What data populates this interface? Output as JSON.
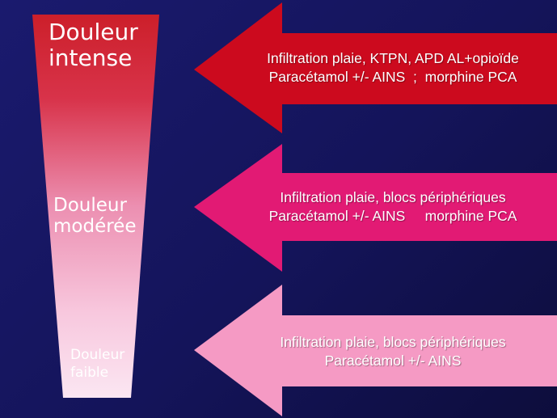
{
  "pain_levels": {
    "intense": "Douleur\nintense",
    "moderate": "Douleur\nmodérée",
    "weak": "Douleur\nfaible"
  },
  "arrows": [
    {
      "line1": "Infiltration plaie, KTPN, APD AL+opioïde",
      "line2": "Paracétamol +/- AINS  ;  morphine PCA",
      "color": "#cc0a1e"
    },
    {
      "line1": "Infiltration plaie, blocs périphériques",
      "line2": "Paracétamol +/- AINS     morphine PCA",
      "color": "#e21a74"
    },
    {
      "line1": "Infiltration plaie, blocs périphériques",
      "line2": "Paracétamol +/- AINS",
      "color": "#f59ac4"
    }
  ],
  "colors": {
    "background": "#16165e",
    "funnel_top": "#cc1f2a",
    "funnel_mid": "#e05a8a",
    "funnel_bottom": "#fbe3f0"
  }
}
